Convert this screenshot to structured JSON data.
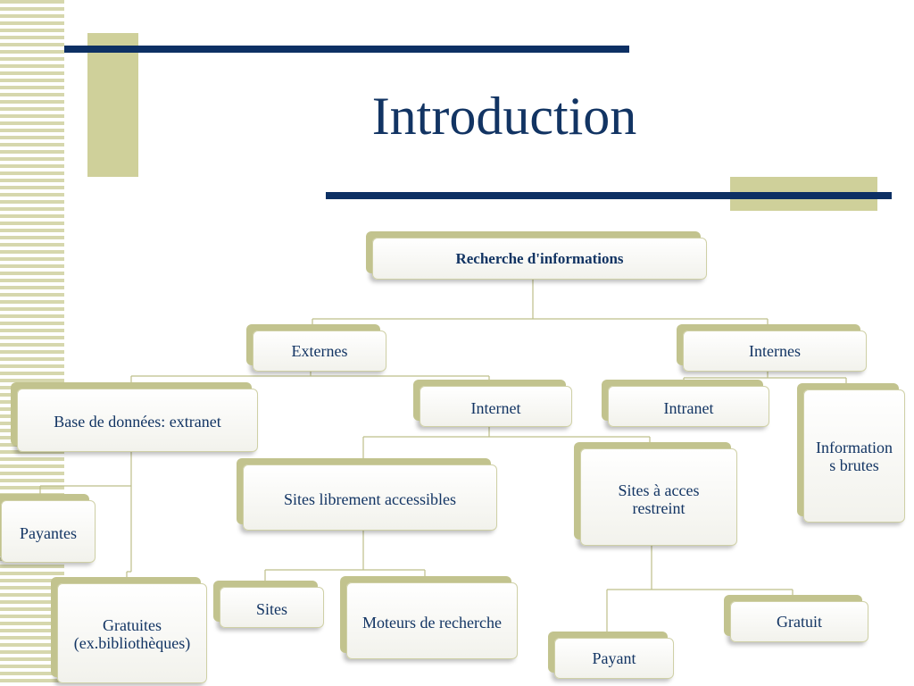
{
  "slide": {
    "title": "Introduction"
  },
  "colors": {
    "title": "#123463",
    "bar": "#0d3064",
    "accent": "#cfd09a",
    "stripes": "#d6d7ad"
  },
  "diagram": {
    "root": "Recherche d'informations",
    "externes": "Externes",
    "internes": "Internes",
    "base_donnees": "Base de données: extranet",
    "internet": "Internet",
    "intranet": "Intranet",
    "informations_brutes": "Informations brutes",
    "payantes": "Payantes",
    "gratuites": "Gratuites (ex.bibliothèques)",
    "sites_libres": "Sites librement accessibles",
    "sites_restreint": "Sites à acces restreint",
    "sites": "Sites",
    "moteurs": "Moteurs de recherche",
    "payant": "Payant",
    "gratuit": "Gratuit"
  }
}
